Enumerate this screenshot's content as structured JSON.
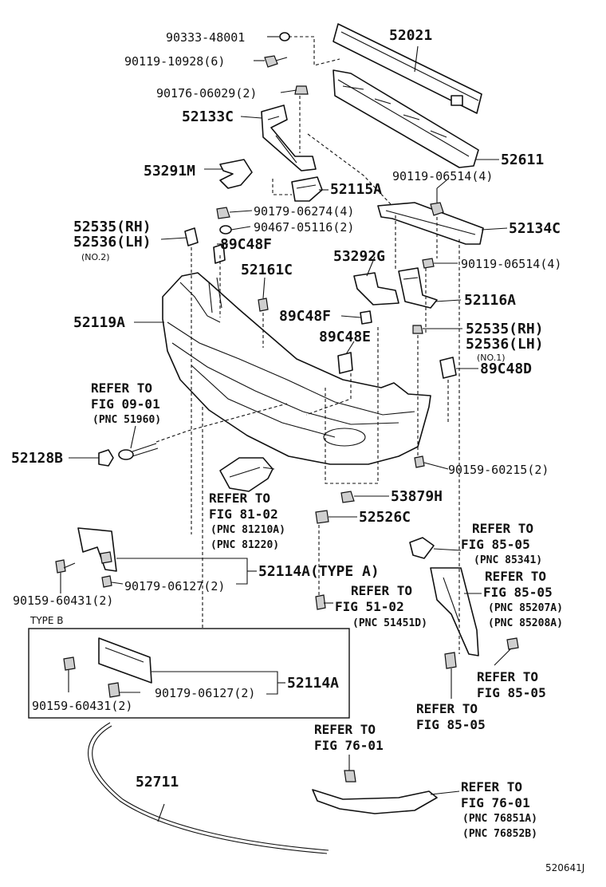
{
  "diagram_id": "520641J",
  "labels": {
    "p90333_48001": "90333-48001",
    "p90119_10928": "90119-10928(6)",
    "p90176_06029": "90176-06029(2)",
    "p52021": "52021",
    "p52133C": "52133C",
    "p52611": "52611",
    "p53291M": "53291M",
    "p52115A": "52115A",
    "p90119_06514a": "90119-06514(4)",
    "p90179_06274": "90179-06274(4)",
    "p52535RH_a": "52535(RH)",
    "p52536LH_a": "52536(LH)",
    "p90467_05116": "90467-05116(2)",
    "p52134C": "52134C",
    "no2": "(NO.2)",
    "p89C48F_a": "89C48F",
    "p53292G": "53292G",
    "p90119_06514b": "90119-06514(4)",
    "p52161C": "52161C",
    "p52116A": "52116A",
    "p52119A": "52119A",
    "p89C48F_b": "89C48F",
    "p52535RH_b": "52535(RH)",
    "p89C48E": "89C48E",
    "p52536LH_b": "52536(LH)",
    "no1": "(NO.1)",
    "p89C48D": "89C48D",
    "p52128B": "52128B",
    "p90159_60215": "90159-60215(2)",
    "p53879H": "53879H",
    "p52526C": "52526C",
    "p52114A_typeA": "52114A(TYPE A)",
    "p90179_06127a": "90179-06127(2)",
    "p90159_60431a": "90159-60431(2)",
    "type_b": "TYPE B",
    "p90179_06127b": "90179-06127(2)",
    "p52114A_b": "52114A",
    "p90159_60431b": "90159-60431(2)",
    "p52711": "52711"
  },
  "refers": {
    "fig0901": {
      "line1": "REFER TO",
      "line2": "FIG 09-01",
      "line3": "(PNC 51960)"
    },
    "fig8102": {
      "line1": "REFER TO",
      "line2": "FIG 81-02",
      "line3": "(PNC 81210A)",
      "line4": "(PNC 81220)"
    },
    "fig8505a": {
      "line1": "REFER TO",
      "line2": "FIG 85-05",
      "line3": "(PNC 85341)"
    },
    "fig8505b": {
      "line1": "REFER TO",
      "line2": "FIG 85-05",
      "line3": "(PNC 85207A)",
      "line4": "(PNC 85208A)"
    },
    "fig5102": {
      "line1": "REFER TO",
      "line2": "FIG 51-02",
      "line3": "(PNC 51451D)"
    },
    "fig8505c": {
      "line1": "REFER TO",
      "line2": "FIG 85-05"
    },
    "fig8505d": {
      "line1": "REFER TO",
      "line2": "FIG 85-05"
    },
    "fig7601a": {
      "line1": "REFER TO",
      "line2": "FIG 76-01"
    },
    "fig7601b": {
      "line1": "REFER TO",
      "line2": "FIG 76-01",
      "line3": "(PNC 76851A)",
      "line4": "(PNC 76852B)"
    }
  }
}
